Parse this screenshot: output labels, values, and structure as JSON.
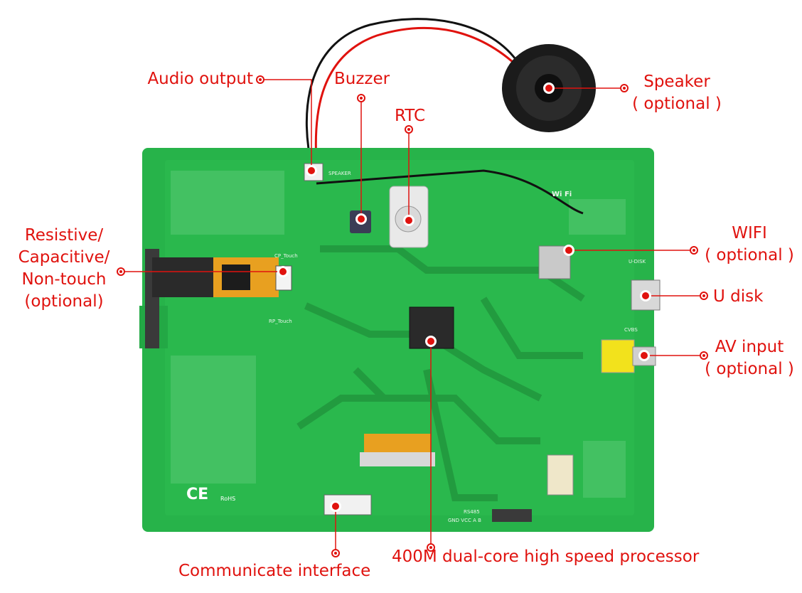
{
  "colors": {
    "pcb_green": "#27b34a",
    "pcb_dark": "#1e9a3d",
    "trace_green": "#1f8f3a",
    "callout_red": "#e0120e",
    "speaker_black": "#1b1b1b",
    "fpc_orange": "#e8a020",
    "av_jack_yellow": "#f2e21c"
  },
  "labels": {
    "audio_output": "Audio output",
    "buzzer": "Buzzer",
    "rtc": "RTC",
    "speaker_line1": "Speaker",
    "speaker_line2": "( optional )",
    "touch_line1": "Resistive/",
    "touch_line2": "Capacitive/",
    "touch_line3": "Non-touch",
    "touch_line4": "(optional)",
    "wifi_line1": "WIFI",
    "wifi_line2": "( optional )",
    "u_disk": "U disk",
    "av_line1": "AV input",
    "av_line2": "( optional )",
    "processor": "400M dual-core high speed processor",
    "communicate": "Communicate interface"
  },
  "board_silkscreen": {
    "speaker": "SPEAKER",
    "wifi": "Wi Fi",
    "udisk": "U-DISK",
    "cvbs": "CVBS",
    "cp_touch": "CP_Touch",
    "rp_touch": "RP_Touch",
    "rs485": "RS485",
    "rs485_pins": "GND VCC A  B",
    "ce": "CE",
    "rohs": "RoHS"
  }
}
